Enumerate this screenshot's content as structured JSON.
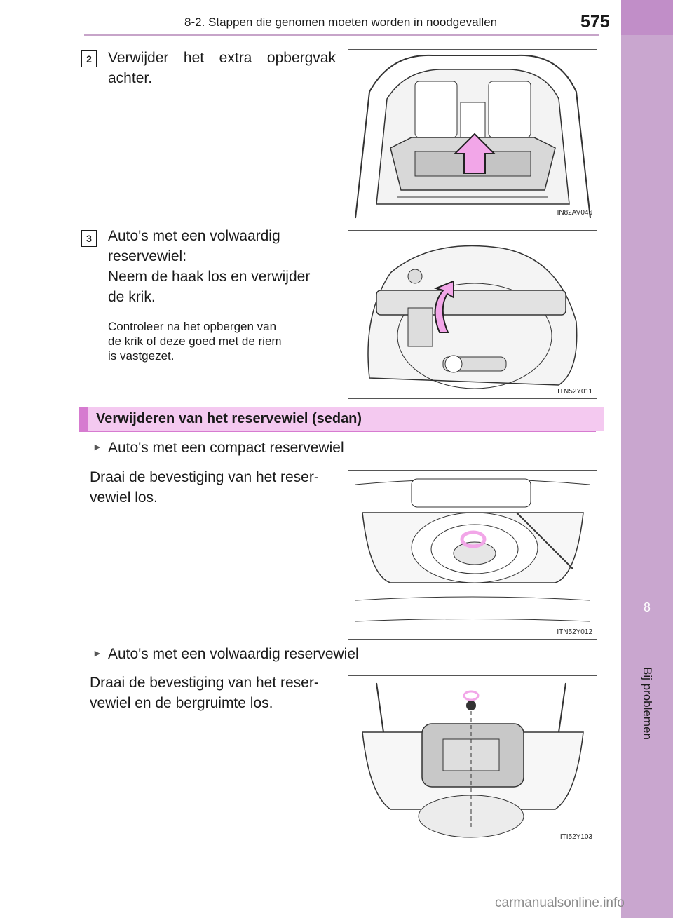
{
  "header": {
    "section_title": "8-2. Stappen die genomen moeten worden in noodgevallen",
    "page_number": "575"
  },
  "side_tab": {
    "chapter_number": "8",
    "chapter_label": "Bij problemen"
  },
  "steps": [
    {
      "number": "2",
      "text_lines": [
        "Verwijder het extra opbergvak",
        "achter."
      ],
      "figure_code": "IN82AV046"
    },
    {
      "number": "3",
      "text_lines": [
        "Auto's met een volwaardig",
        "reservewiel:",
        "Neem de haak los en verwijder",
        "de krik."
      ],
      "note_lines": [
        "Controleer na het opbergen van",
        "de krik of deze goed met de riem",
        "is vastgezet."
      ],
      "figure_code": "ITN52Y011"
    }
  ],
  "section": {
    "heading": "Verwijderen van het reservewiel (sedan)",
    "items": [
      {
        "bullet": "Auto's met een compact reservewiel",
        "text_lines": [
          "Draai de bevestiging van het reser-",
          "vewiel los."
        ],
        "figure_code": "ITN52Y012"
      },
      {
        "bullet": "Auto's met een volwaardig reservewiel",
        "text_lines": [
          "Draai de bevestiging van het reser-",
          "vewiel en de bergruimte los."
        ],
        "figure_code": "ITI52Y103"
      }
    ]
  },
  "watermark": "carmanualsonline.info",
  "colors": {
    "accent": "#d67bd0",
    "section_bg": "#f4c9f0",
    "tab": "#c9a6cf",
    "arrow": "#f2a6e8"
  }
}
